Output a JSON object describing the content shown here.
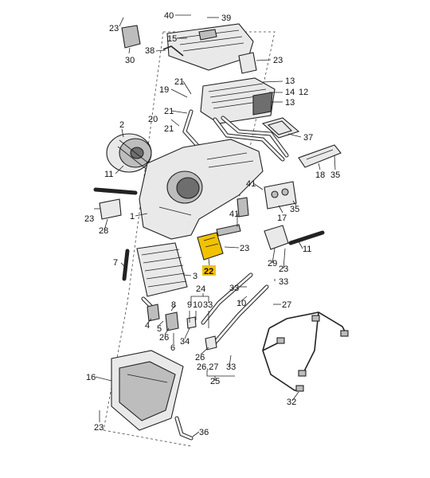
{
  "callouts": [
    {
      "id": "40",
      "text": "40"
    },
    {
      "id": "39",
      "text": "39"
    },
    {
      "id": "23a",
      "text": "23"
    },
    {
      "id": "15",
      "text": "15"
    },
    {
      "id": "30",
      "text": "30"
    },
    {
      "id": "38",
      "text": "38"
    },
    {
      "id": "23b",
      "text": "23"
    },
    {
      "id": "21a",
      "text": "21"
    },
    {
      "id": "19",
      "text": "19"
    },
    {
      "id": "13a",
      "text": "13"
    },
    {
      "id": "14",
      "text": "14"
    },
    {
      "id": "12",
      "text": "12"
    },
    {
      "id": "13b",
      "text": "13"
    },
    {
      "id": "21b",
      "text": "21"
    },
    {
      "id": "20",
      "text": "20"
    },
    {
      "id": "21c",
      "text": "21"
    },
    {
      "id": "2",
      "text": "2"
    },
    {
      "id": "37",
      "text": "37"
    },
    {
      "id": "18",
      "text": "18"
    },
    {
      "id": "35a",
      "text": "35"
    },
    {
      "id": "11a",
      "text": "11"
    },
    {
      "id": "41a",
      "text": "41"
    },
    {
      "id": "17",
      "text": "17"
    },
    {
      "id": "35b",
      "text": "35"
    },
    {
      "id": "23c",
      "text": "23"
    },
    {
      "id": "1",
      "text": "1"
    },
    {
      "id": "41b",
      "text": "41"
    },
    {
      "id": "28",
      "text": "28"
    },
    {
      "id": "11b",
      "text": "11"
    },
    {
      "id": "7",
      "text": "7"
    },
    {
      "id": "23d",
      "text": "23"
    },
    {
      "id": "22",
      "text": "22"
    },
    {
      "id": "29",
      "text": "29"
    },
    {
      "id": "23e",
      "text": "23"
    },
    {
      "id": "3",
      "text": "3"
    },
    {
      "id": "33a",
      "text": "33"
    },
    {
      "id": "33b",
      "text": "33"
    },
    {
      "id": "24",
      "text": "24"
    },
    {
      "id": "10a",
      "text": "10"
    },
    {
      "id": "27",
      "text": "27"
    },
    {
      "id": "8",
      "text": "8"
    },
    {
      "id": "9",
      "text": "9"
    },
    {
      "id": "10b",
      "text": "10"
    },
    {
      "id": "33c",
      "text": "33"
    },
    {
      "id": "4",
      "text": "4"
    },
    {
      "id": "5",
      "text": "5"
    },
    {
      "id": "26a",
      "text": "26"
    },
    {
      "id": "34",
      "text": "34"
    },
    {
      "id": "6",
      "text": "6"
    },
    {
      "id": "26b",
      "text": "26"
    },
    {
      "id": "16",
      "text": "16"
    },
    {
      "id": "2627",
      "text": "26,27"
    },
    {
      "id": "33d",
      "text": "33"
    },
    {
      "id": "25",
      "text": "25"
    },
    {
      "id": "32",
      "text": "32"
    },
    {
      "id": "23f",
      "text": "23"
    },
    {
      "id": "36",
      "text": "36"
    }
  ],
  "highlight_color": "#f2c200"
}
